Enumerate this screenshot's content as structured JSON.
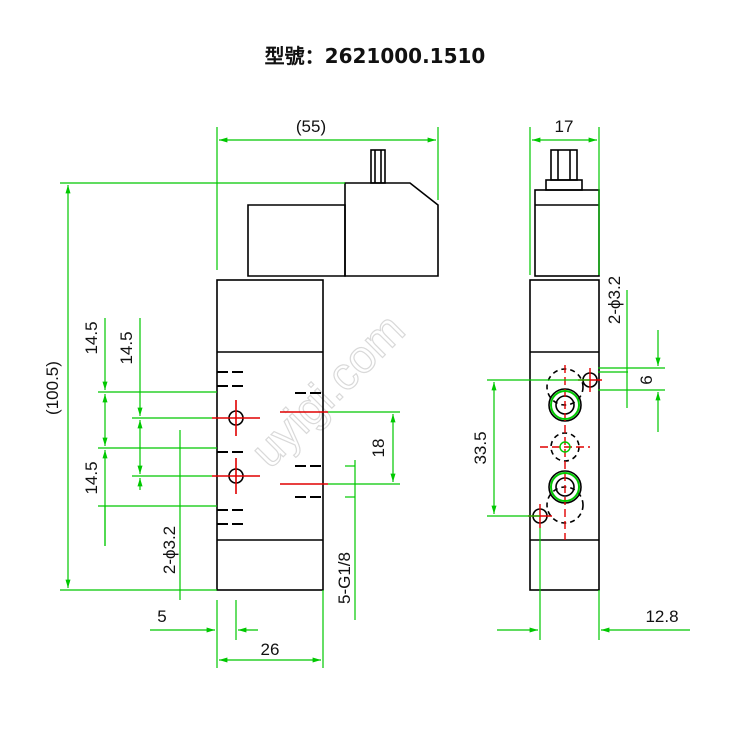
{
  "title": "型號：2621000.1510",
  "watermark": "uyigi.com",
  "colors": {
    "outline": "#000000",
    "dimension": "#00c800",
    "centerline": "#e00000",
    "text": "#111111"
  },
  "dimensions": {
    "width_overall": "(55)",
    "height_overall": "(100.5)",
    "spacing_top_a": "14.5",
    "spacing_top_b": "14.5",
    "spacing_bottom": "14.5",
    "hole_spacing": "18",
    "mount_holes_front": "2-ϕ3.2",
    "port_thread": "5-G1/8",
    "offset_5": "5",
    "body_width": "26",
    "side_width": "17",
    "mount_holes_side": "2-ϕ3.2",
    "dim_6": "6",
    "dim_33_5": "33.5",
    "dim_12_8": "12.8"
  }
}
